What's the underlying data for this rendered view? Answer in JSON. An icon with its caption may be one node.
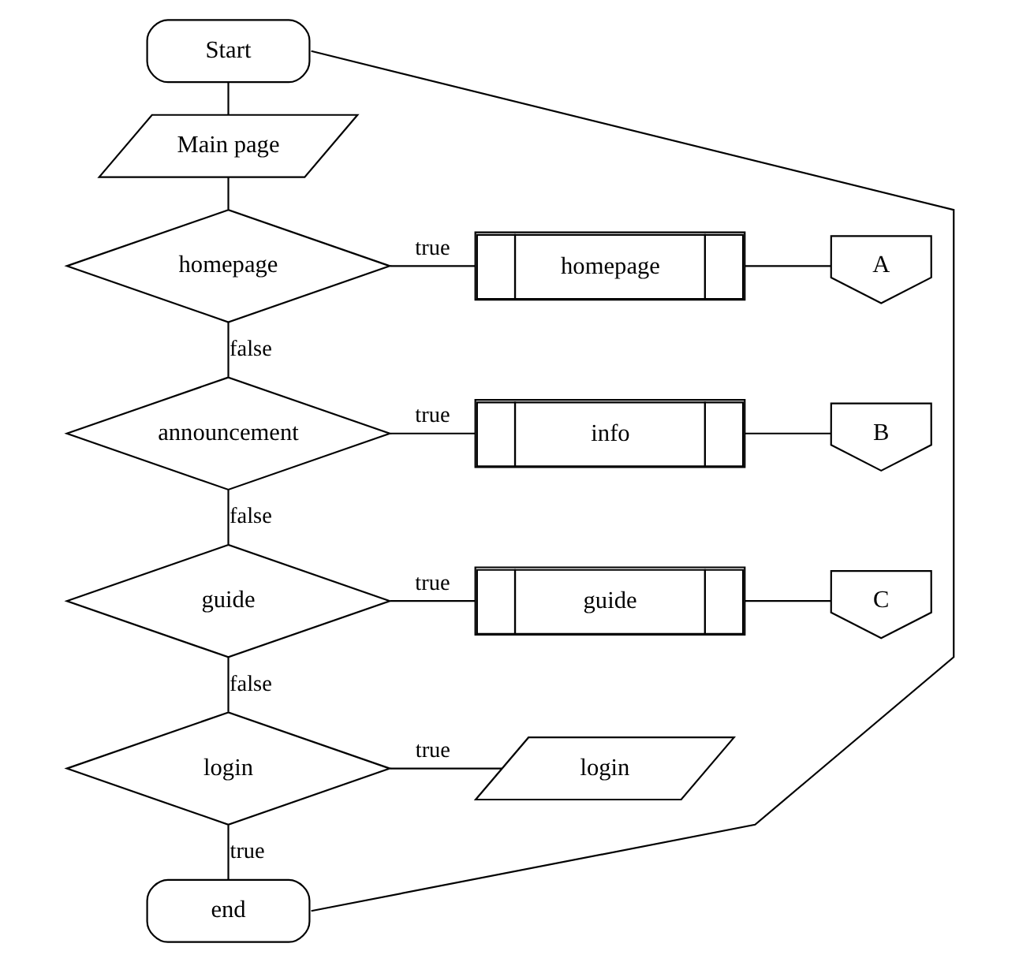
{
  "diagram": {
    "nodes": [
      {
        "text": [
          "Start"
        ]
      },
      {
        "text": [
          "Main page"
        ]
      },
      {
        "text": [
          "homepage"
        ]
      },
      {
        "text": [
          "homepage"
        ]
      },
      {
        "text": [
          "A"
        ]
      },
      {
        "text": [
          "announcement"
        ]
      },
      {
        "text": [
          "info"
        ]
      },
      {
        "text": [
          "B"
        ]
      },
      {
        "text": [
          "guide"
        ]
      },
      {
        "text": [
          "guide"
        ]
      },
      {
        "text": [
          "C"
        ]
      },
      {
        "text": [
          "login"
        ]
      },
      {
        "text": [
          "login"
        ]
      },
      {
        "text": [
          "end"
        ]
      }
    ],
    "edges": [
      {
        "from": 0,
        "to": 1,
        "arrow": "none"
      },
      {
        "from": 1,
        "to": 2,
        "arrow": "none"
      },
      {
        "from": 2,
        "to": 3,
        "label": "true",
        "arrow": "none"
      },
      {
        "from": 3,
        "to": 4,
        "arrow": "none"
      },
      {
        "from": 2,
        "to": 5,
        "label": "false",
        "arrow": "none"
      },
      {
        "from": 5,
        "to": 6,
        "label": "true",
        "arrow": "none"
      },
      {
        "from": 6,
        "to": 7,
        "arrow": "none"
      },
      {
        "from": 5,
        "to": 8,
        "label": "false",
        "arrow": "none"
      },
      {
        "from": 8,
        "to": 9,
        "label": "true",
        "arrow": "none"
      },
      {
        "from": 9,
        "to": 10,
        "arrow": "none"
      },
      {
        "from": 8,
        "to": 11,
        "label": "false",
        "arrow": "none"
      },
      {
        "from": 11,
        "to": 12,
        "label": "true",
        "arrow": "none"
      },
      {
        "from": 11,
        "to": 13,
        "label": "true",
        "arrow": "none"
      },
      {
        "from": 0,
        "to": 13,
        "arrow": "none"
      }
    ]
  }
}
